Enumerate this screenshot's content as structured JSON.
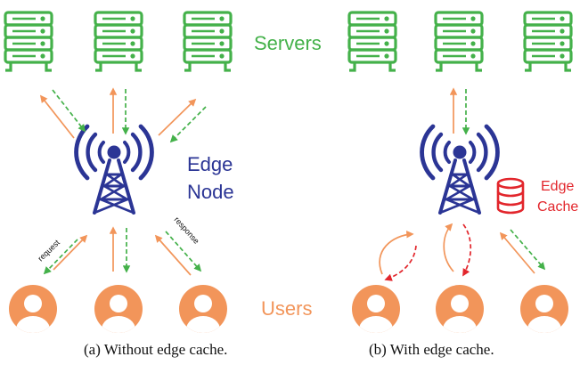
{
  "labels": {
    "servers": "Servers",
    "edge_node_line1": "Edge",
    "edge_node_line2": "Node",
    "users": "Users",
    "edge_cache_line1": "Edge",
    "edge_cache_line2": "Cache",
    "request": "request",
    "response": "response"
  },
  "captions": {
    "a": "(a) Without edge cache.",
    "b": "(b) With edge cache."
  },
  "colors": {
    "server": "#44b14a",
    "user": "#f2955a",
    "tower": "#2b3595",
    "cache": "#e2262c",
    "request_arrow": "#f2955a",
    "response_arrow": "#44b14a",
    "cache_response_arrow": "#e2262c"
  },
  "icons": {
    "server": "server-rack-icon",
    "tower": "antenna-tower-icon",
    "user": "user-avatar-icon",
    "cache": "database-icon"
  }
}
